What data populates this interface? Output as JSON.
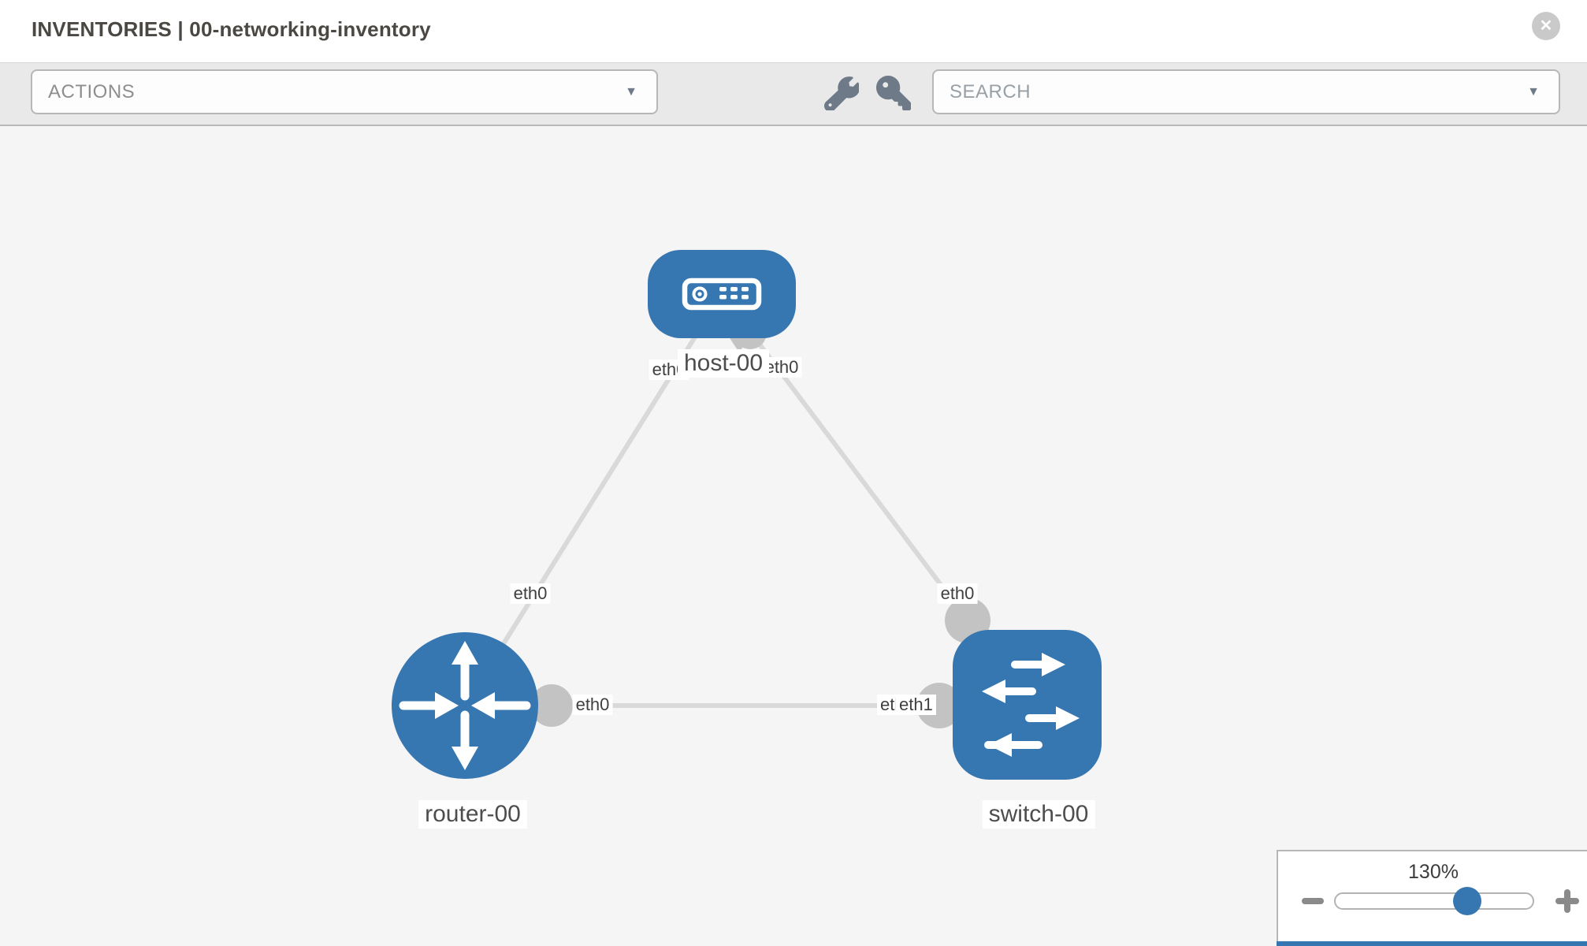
{
  "header": {
    "title": "INVENTORIES | 00-networking-inventory",
    "close_glyph": "✕"
  },
  "toolbar": {
    "actions_label": "ACTIONS",
    "search_placeholder": "SEARCH"
  },
  "icons": {
    "caret": "▼",
    "close": "x-circle-icon",
    "wrench": "wrench-icon",
    "key": "key-icon",
    "minus": "minus-icon",
    "plus": "plus-icon"
  },
  "topology": {
    "nodes": [
      {
        "id": "host-00",
        "type": "host",
        "label": "host-00"
      },
      {
        "id": "router-00",
        "type": "router",
        "label": "router-00"
      },
      {
        "id": "switch-00",
        "type": "switch",
        "label": "switch-00"
      }
    ],
    "links": [
      {
        "from": "host-00",
        "to": "router-00",
        "from_port": "eth0",
        "to_port": "eth0"
      },
      {
        "from": "host-00",
        "to": "switch-00",
        "from_port": "eth0",
        "to_port": "eth0"
      },
      {
        "from": "router-00",
        "to": "switch-00",
        "from_port": "eth0",
        "to_port": "eth1"
      }
    ],
    "port_labels": [
      "eth0",
      "eth0",
      "eth0",
      "eth0",
      "eth0",
      "eth0",
      "eth1"
    ]
  },
  "zoom_control": {
    "value": "130%"
  },
  "colors": {
    "node_blue": "#3676b1",
    "link_gray": "#d9d9d9",
    "connector_gray": "#c3c3c3",
    "toolbar_bg": "#e9e9e9",
    "canvas_bg": "#f5f5f5"
  }
}
